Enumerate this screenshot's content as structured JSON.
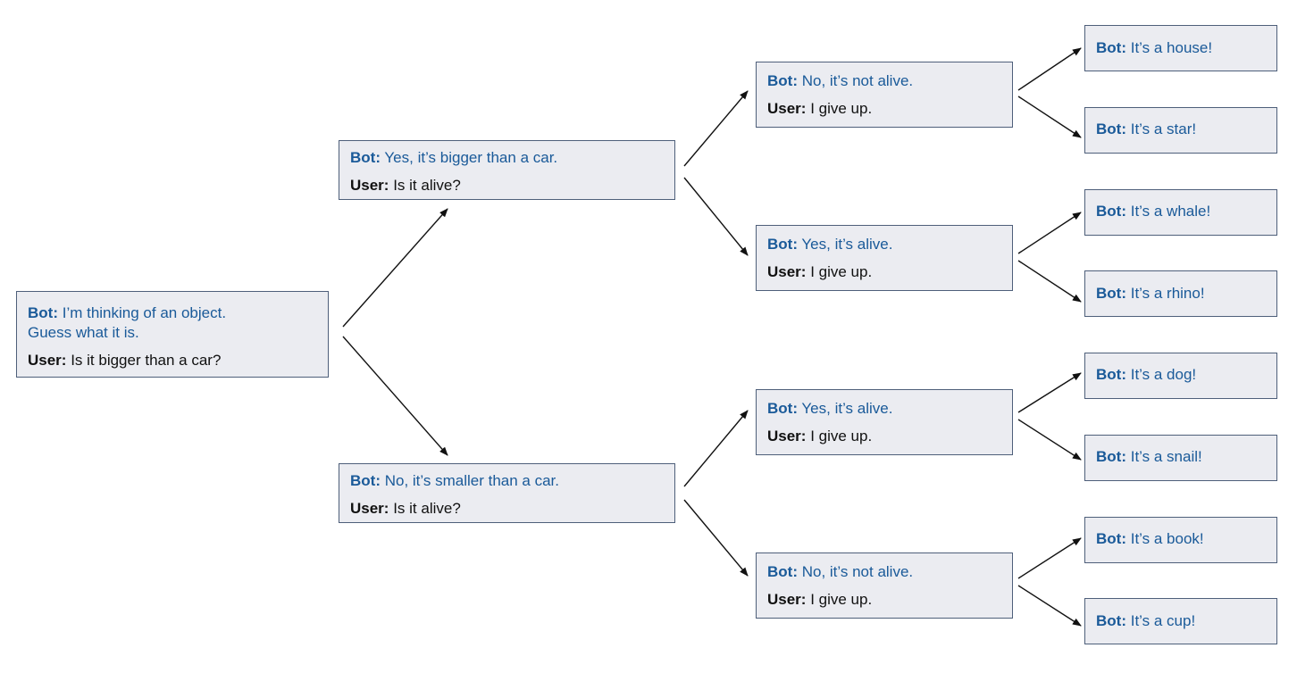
{
  "colors": {
    "bot_text": "#1a5a99",
    "user_text": "#111111",
    "box_fill": "#ebecf1",
    "box_border": "#4e5f7a",
    "arrow": "#111111"
  },
  "labels": {
    "bot": "Bot:",
    "user": "User:"
  },
  "nodes": {
    "root": {
      "bot": [
        "I’m thinking of an object.",
        "Guess what it is."
      ],
      "user": "Is it bigger than a car?"
    },
    "bigger": {
      "bot": [
        "Yes, it’s bigger than a car."
      ],
      "user": "Is it alive?"
    },
    "smaller": {
      "bot": [
        "No, it’s smaller than a car."
      ],
      "user": "Is it alive?"
    },
    "bigger_not_alive": {
      "bot": [
        "No, it’s not alive."
      ],
      "user": "I give up."
    },
    "bigger_alive": {
      "bot": [
        "Yes, it’s alive."
      ],
      "user": "I give up."
    },
    "smaller_alive": {
      "bot": [
        "Yes, it’s alive."
      ],
      "user": "I give up."
    },
    "smaller_not_alive": {
      "bot": [
        "No, it’s not alive."
      ],
      "user": "I give up."
    },
    "house": {
      "bot": [
        "It’s a house!"
      ]
    },
    "star": {
      "bot": [
        "It’s a star!"
      ]
    },
    "whale": {
      "bot": [
        "It’s a whale!"
      ]
    },
    "rhino": {
      "bot": [
        "It’s a rhino!"
      ]
    },
    "dog": {
      "bot": [
        "It’s a dog!"
      ]
    },
    "snail": {
      "bot": [
        "It’s a snail!"
      ]
    },
    "book": {
      "bot": [
        "It’s a book!"
      ]
    },
    "cup": {
      "bot": [
        "It’s a cup!"
      ]
    }
  },
  "edges": [
    {
      "from": "root",
      "to": "bigger"
    },
    {
      "from": "root",
      "to": "smaller"
    },
    {
      "from": "bigger",
      "to": "bigger_not_alive"
    },
    {
      "from": "bigger",
      "to": "bigger_alive"
    },
    {
      "from": "smaller",
      "to": "smaller_alive"
    },
    {
      "from": "smaller",
      "to": "smaller_not_alive"
    },
    {
      "from": "bigger_not_alive",
      "to": "house"
    },
    {
      "from": "bigger_not_alive",
      "to": "star"
    },
    {
      "from": "bigger_alive",
      "to": "whale"
    },
    {
      "from": "bigger_alive",
      "to": "rhino"
    },
    {
      "from": "smaller_alive",
      "to": "dog"
    },
    {
      "from": "smaller_alive",
      "to": "snail"
    },
    {
      "from": "smaller_not_alive",
      "to": "book"
    },
    {
      "from": "smaller_not_alive",
      "to": "cup"
    }
  ]
}
